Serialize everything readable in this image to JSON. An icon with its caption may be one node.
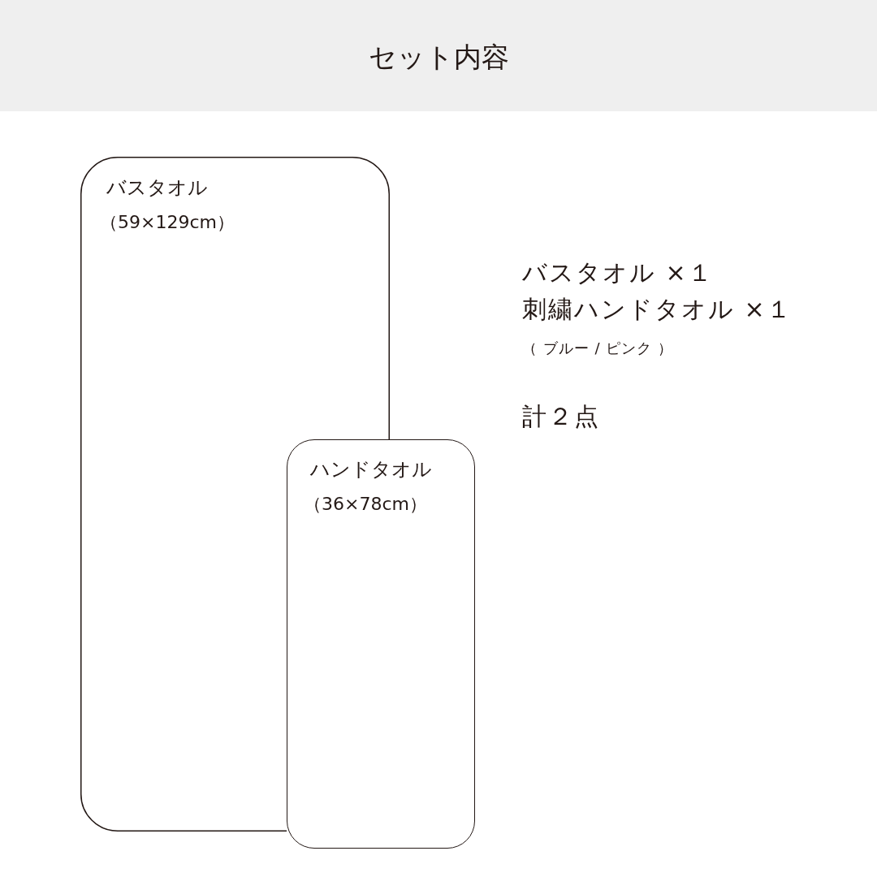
{
  "diagram": {
    "title": "セット内容",
    "nodes": [
      {
        "text": [
          "バスタオル",
          "（59×129cm）"
        ]
      },
      {
        "text": [
          "ハンドタオル",
          "（36×78cm）"
        ]
      }
    ],
    "labels": [
      "バスタオル ×１",
      "刺繍ハンドタオル ×１",
      "（ ブルー / ピンク ）",
      "計２点"
    ]
  }
}
